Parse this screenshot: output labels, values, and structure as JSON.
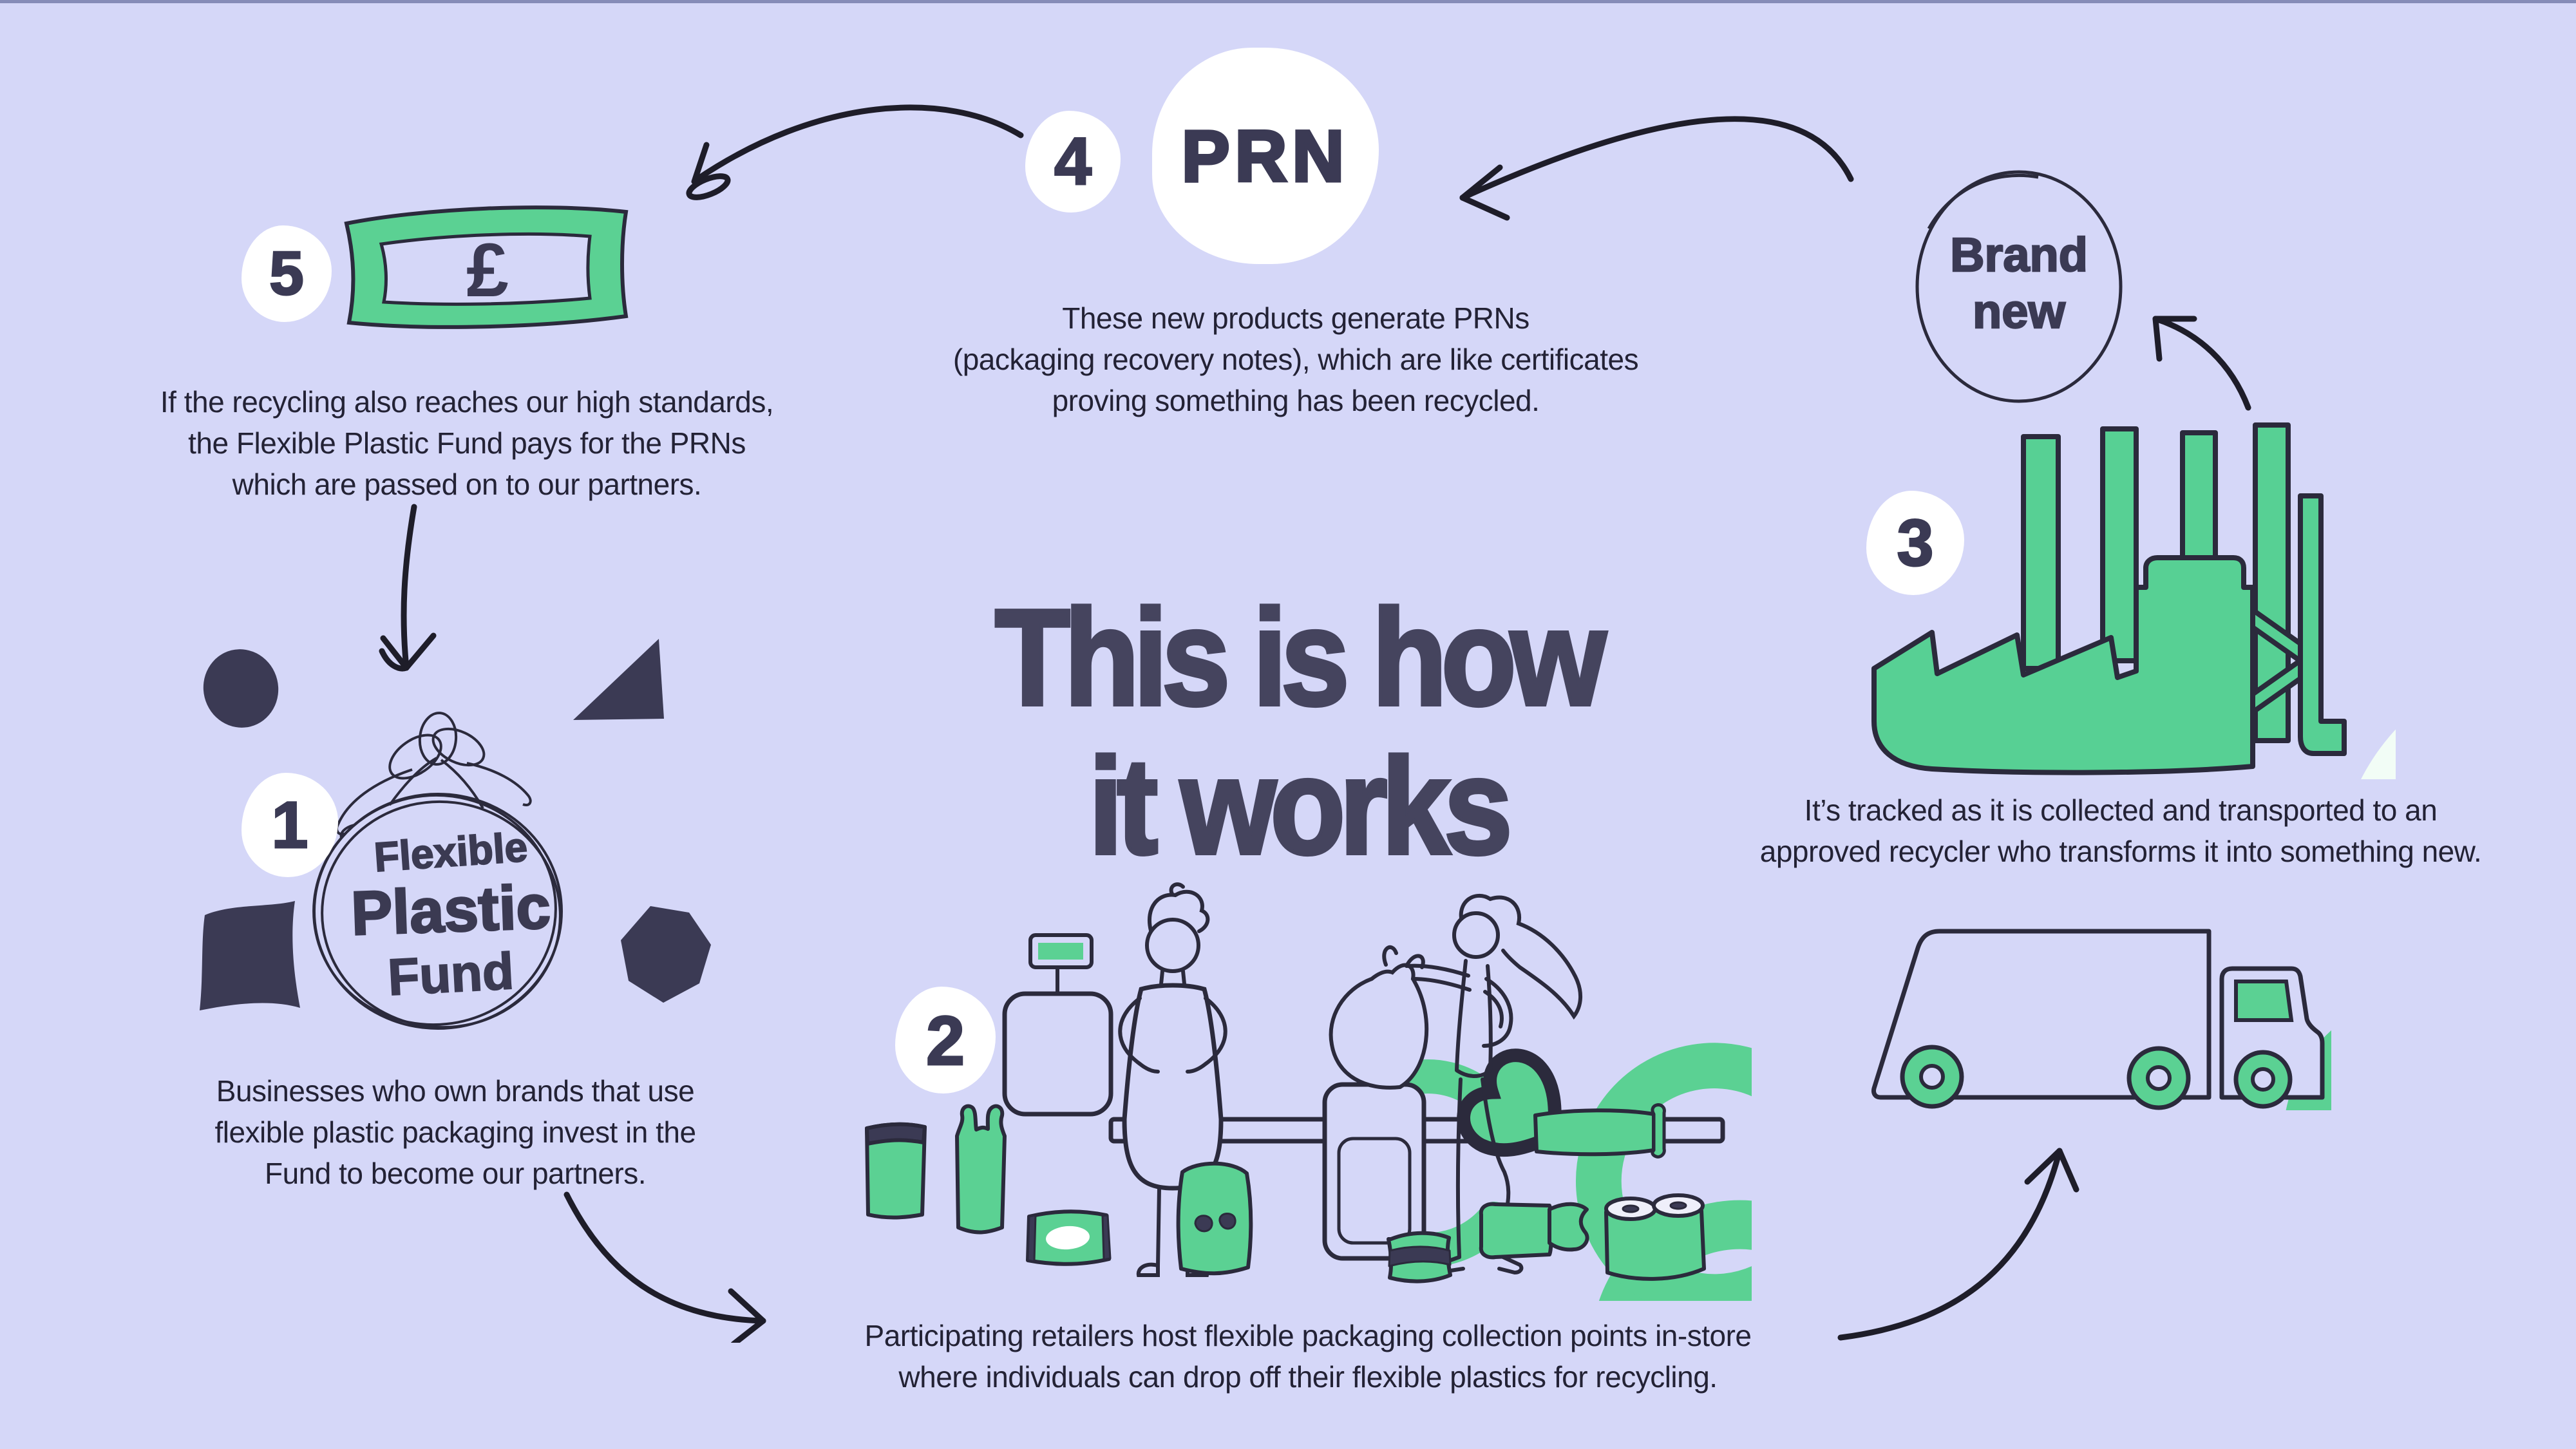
{
  "colors": {
    "background": "#D5D7F8",
    "accent_green": "#5BD193",
    "factory_green": "#57D094",
    "navy": "#3B3A54",
    "outline": "#2B2A3C",
    "ink": "#232235",
    "blob_white": "#FFFFFF",
    "top_edge": "#868CB8"
  },
  "title": {
    "line1": "This is how",
    "line2": "it works"
  },
  "fund_logo": {
    "line1": "Flexible",
    "line2": "Plastic",
    "line3": "Fund"
  },
  "brand_new": {
    "line1": "Brand",
    "line2": "new"
  },
  "steps": {
    "s1": {
      "number": "1",
      "lines": [
        "Businesses who own brands that use",
        "flexible plastic packaging invest in the",
        "Fund to become our partners."
      ]
    },
    "s2": {
      "number": "2",
      "lines": [
        "Participating retailers host flexible packaging collection points in-store",
        "where individuals can drop off their flexible plastics for recycling."
      ]
    },
    "s3": {
      "number": "3",
      "lines": [
        "It’s tracked as it is collected and transported to an",
        "approved recycler who transforms it into something new."
      ]
    },
    "s4": {
      "number": "4",
      "label": "PRN",
      "lines": [
        "These new products generate PRNs",
        "(packaging recovery notes), which are like certificates",
        "proving something has been recycled."
      ]
    },
    "s5": {
      "number": "5",
      "currency": "£",
      "lines": [
        "If the recycling also reaches our high standards,",
        "the Flexible Plastic Fund pays for the PRNs",
        "which are passed on to our partners."
      ]
    }
  },
  "icons": {
    "recycle": "circular arrow with heart-shaped arrowhead",
    "arrows": "hand-drawn curved flow arrows"
  }
}
